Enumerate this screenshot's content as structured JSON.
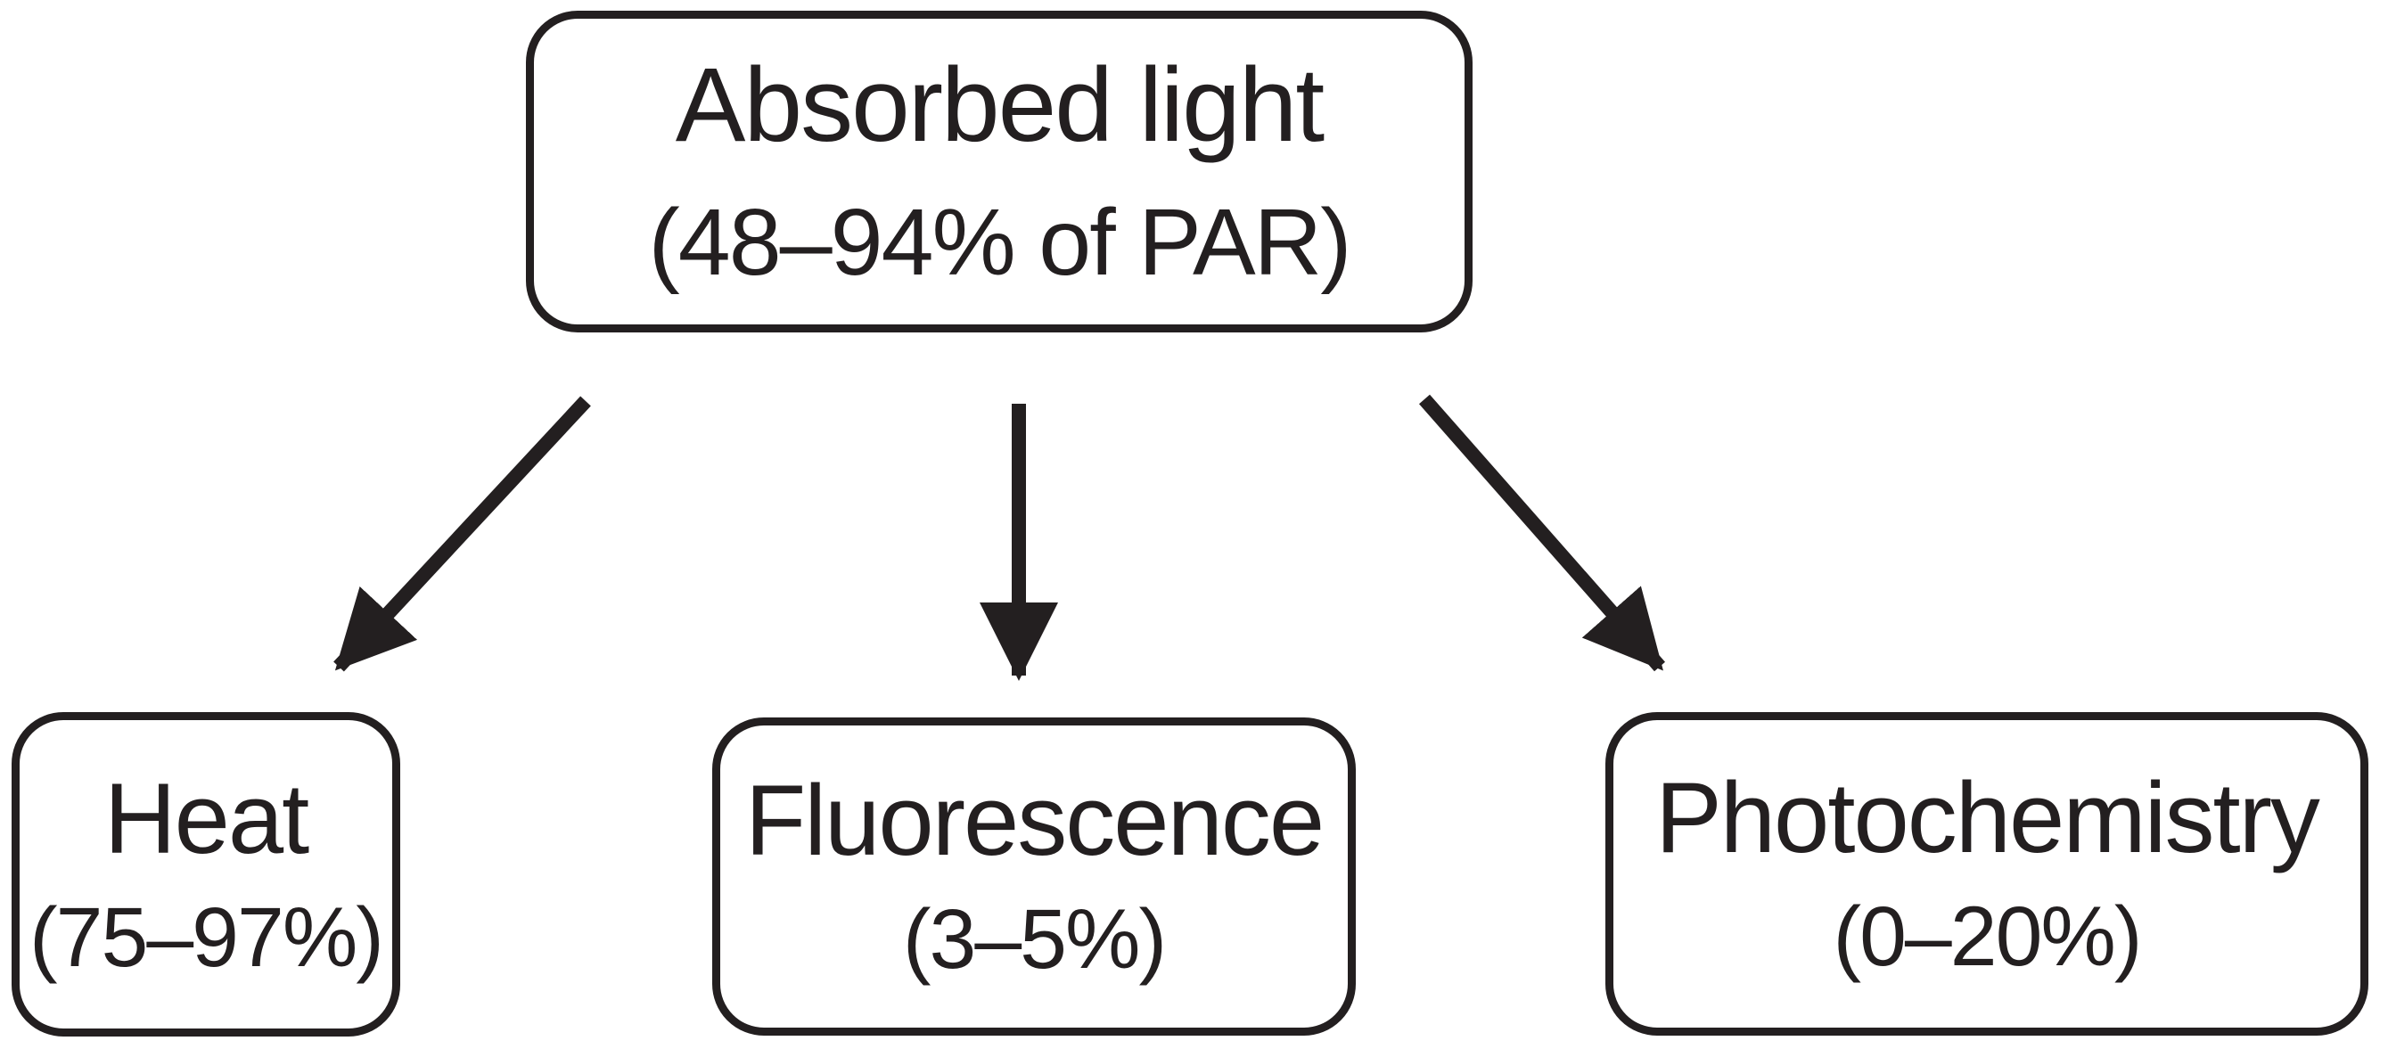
{
  "diagram": {
    "title": "Fate of absorbed light energy diagram",
    "colors": {
      "ink": "#231f20",
      "background": "#ffffff"
    },
    "nodes": {
      "root": {
        "title": "Absorbed light",
        "value": "(48–94% of PAR)"
      },
      "heat": {
        "title": "Heat",
        "value": "(75–97%)"
      },
      "fluorescence": {
        "title": "Fluorescence",
        "value": "(3–5%)"
      },
      "photochemistry": {
        "title": "Photochemistry",
        "value": "(0–20%)"
      }
    },
    "edges": [
      {
        "from": "root",
        "to": "heat"
      },
      {
        "from": "root",
        "to": "fluorescence"
      },
      {
        "from": "root",
        "to": "photochemistry"
      }
    ]
  }
}
